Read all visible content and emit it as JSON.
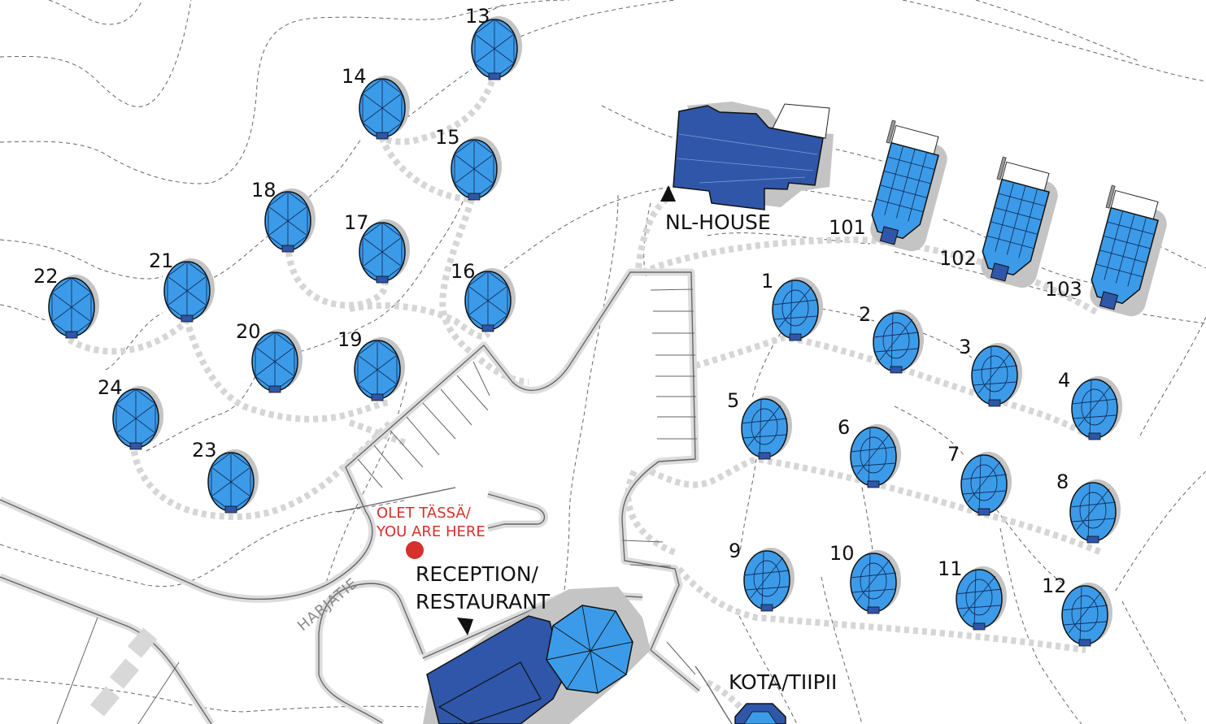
{
  "colors": {
    "cabin_fill": "#3c9be8",
    "building_fill": "#2f56a8",
    "shadow": "#c4c4c4",
    "path": "#d6d6d6",
    "road_edge": "#9a9a9a",
    "contour": "#666666",
    "here_marker": "#d8302a"
  },
  "labels": {
    "nl_house": "NL-HOUSE",
    "reception": "RECEPTION/",
    "restaurant": "RESTAURANT",
    "kota": "KOTA/TIIPII",
    "you_are_here_fi": "OLET TÄSSÄ/",
    "you_are_here_en": "YOU ARE HERE",
    "road": "HARJATIE"
  },
  "icons": {
    "entrance_marker": "triangle-arrow",
    "you_are_here": "red-dot"
  },
  "cabins": [
    {
      "id": "13",
      "style": "round"
    },
    {
      "id": "14",
      "style": "round"
    },
    {
      "id": "15",
      "style": "round"
    },
    {
      "id": "16",
      "style": "round"
    },
    {
      "id": "17",
      "style": "round"
    },
    {
      "id": "18",
      "style": "round"
    },
    {
      "id": "19",
      "style": "round"
    },
    {
      "id": "20",
      "style": "round"
    },
    {
      "id": "21",
      "style": "round"
    },
    {
      "id": "22",
      "style": "round"
    },
    {
      "id": "23",
      "style": "round"
    },
    {
      "id": "24",
      "style": "round"
    },
    {
      "id": "1",
      "style": "grid"
    },
    {
      "id": "2",
      "style": "grid"
    },
    {
      "id": "3",
      "style": "grid"
    },
    {
      "id": "4",
      "style": "grid"
    },
    {
      "id": "5",
      "style": "grid"
    },
    {
      "id": "6",
      "style": "grid"
    },
    {
      "id": "7",
      "style": "grid"
    },
    {
      "id": "8",
      "style": "grid"
    },
    {
      "id": "9",
      "style": "grid"
    },
    {
      "id": "10",
      "style": "grid"
    },
    {
      "id": "11",
      "style": "grid"
    },
    {
      "id": "12",
      "style": "grid"
    }
  ],
  "suites": [
    {
      "id": "101"
    },
    {
      "id": "102"
    },
    {
      "id": "103"
    }
  ]
}
